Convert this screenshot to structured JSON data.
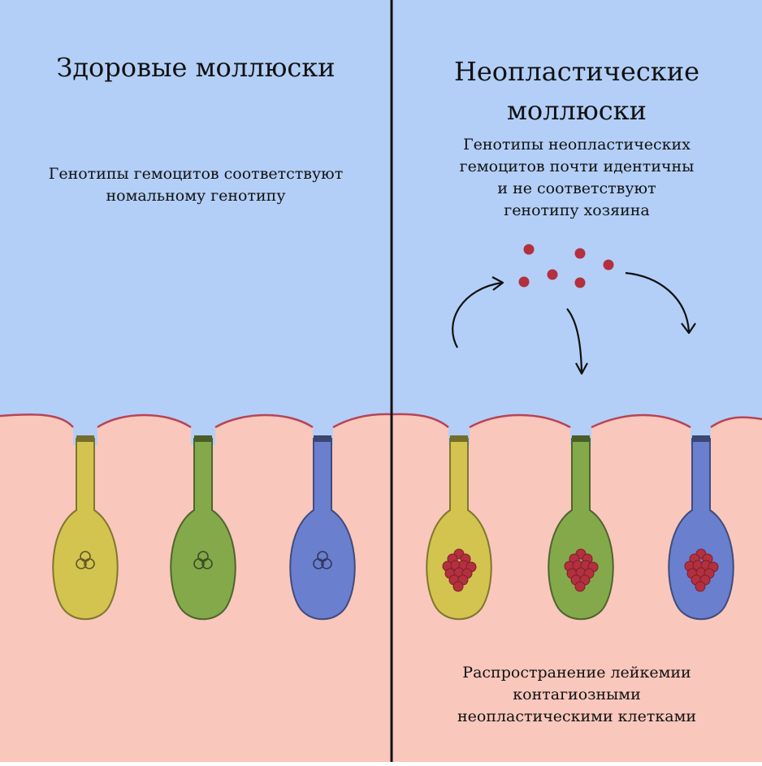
{
  "left_panel": {
    "title": "Здоровые моллюски",
    "subtitle_lines": [
      "Генотипы гемоцитов соответствуют",
      "номальному генотипу"
    ]
  },
  "right_panel": {
    "title_lines": [
      "Неопластические",
      "моллюски"
    ],
    "subtitle_lines": [
      "Генотипы неопластических",
      "гемоцитов почти идентичны",
      "и не соответствуют",
      "генотипу хозяина"
    ]
  },
  "bottom_caption_lines": [
    "Распространение лейкемии",
    "контагиозными",
    "неопластическими клетками"
  ],
  "colors": {
    "water": "#b3cff7",
    "tissue": "#f9c7bc",
    "tissue_outline": "#b84456",
    "divider": "#111111",
    "cell_yellow": "#d3c44f",
    "cell_green": "#84a94b",
    "cell_blue": "#6b7fcf",
    "neoplastic_cell": "#b3303f"
  }
}
